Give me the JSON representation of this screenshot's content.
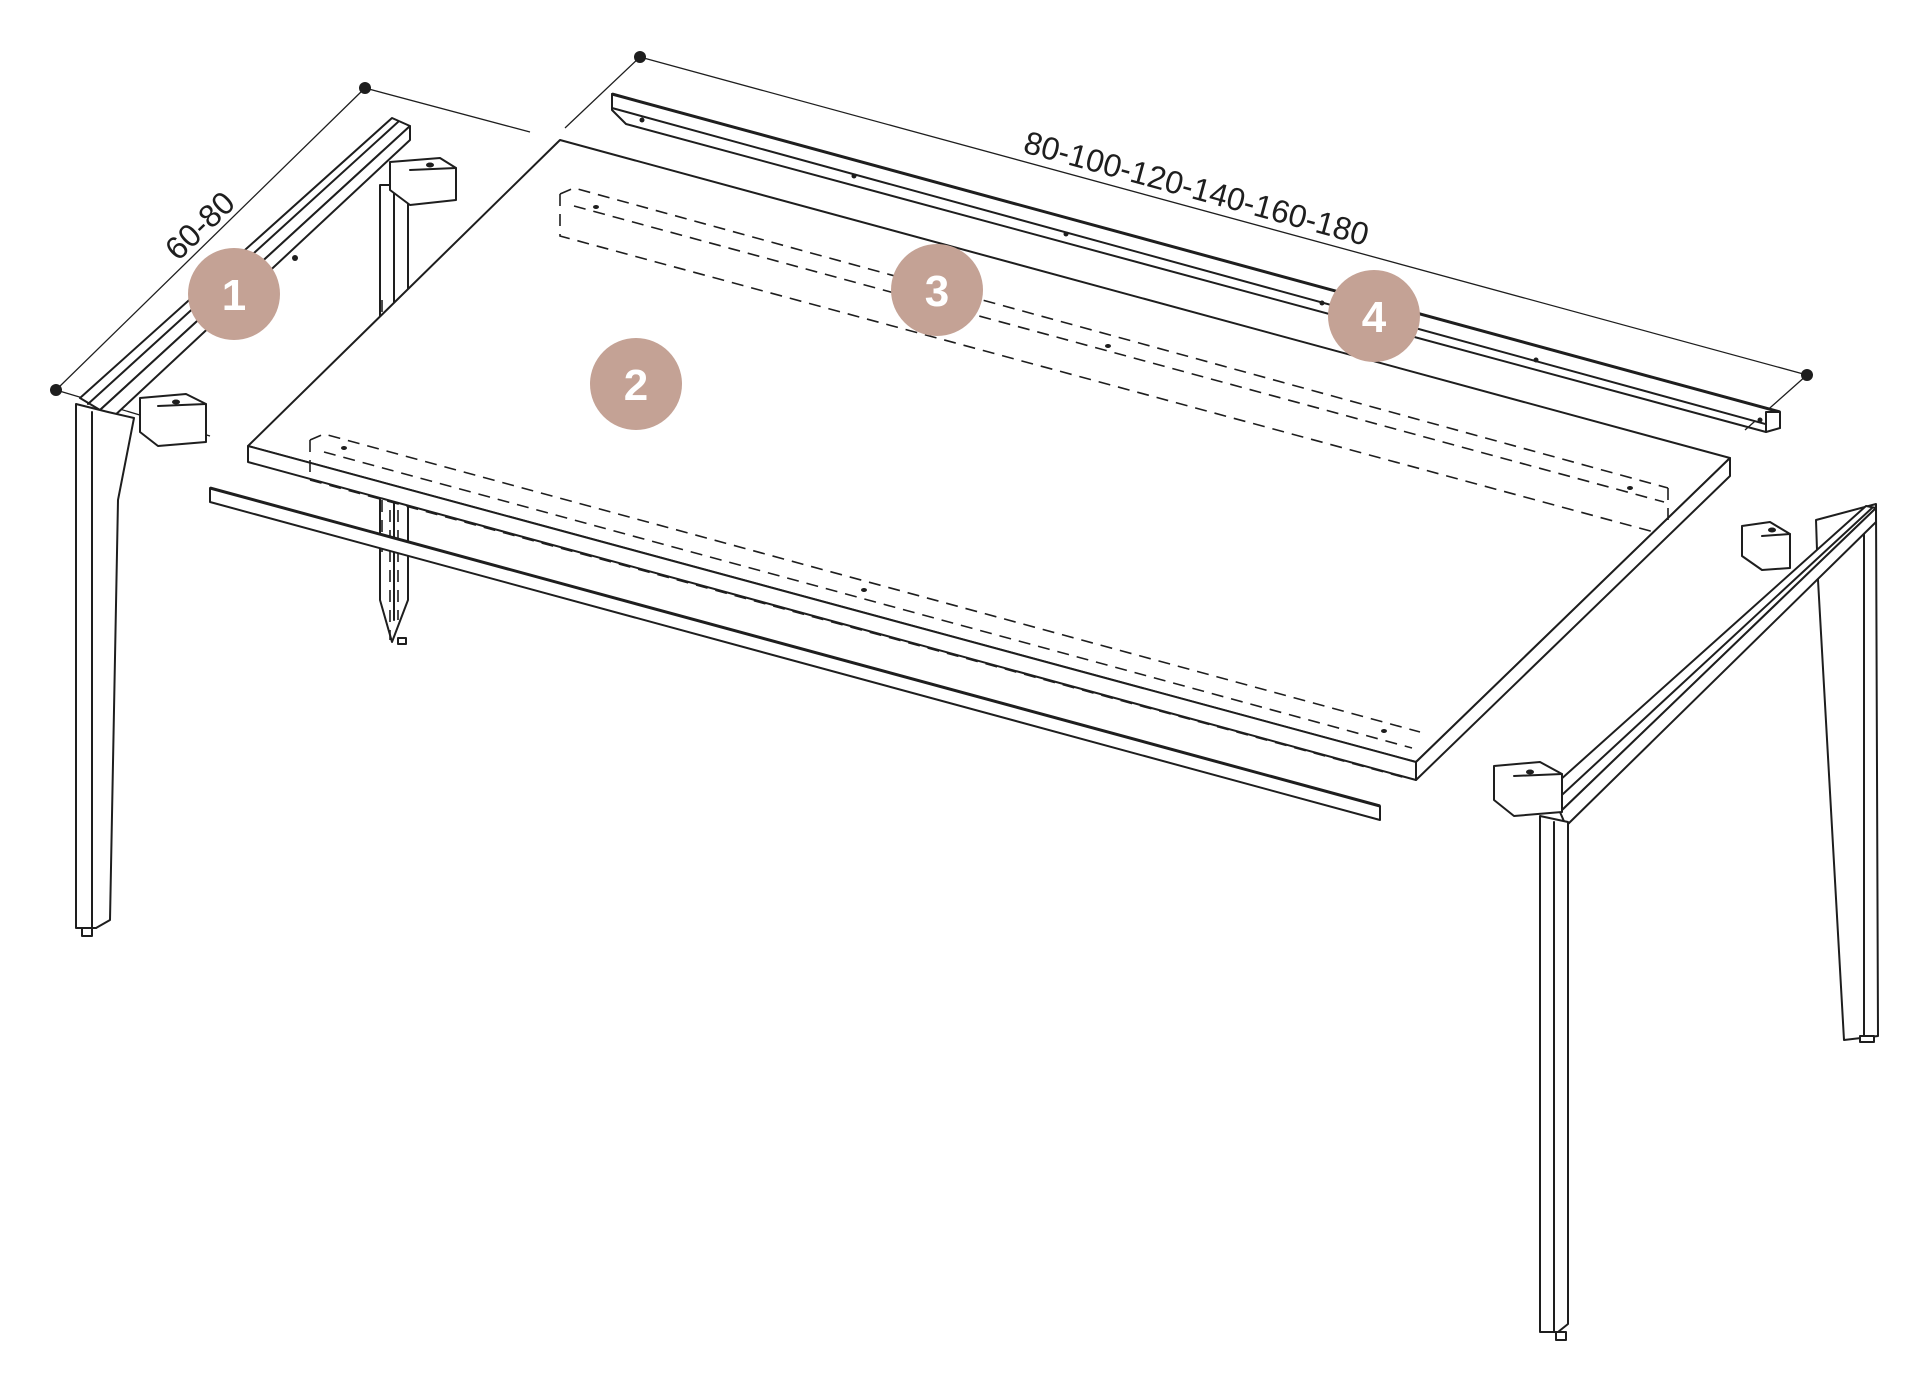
{
  "dimensions": {
    "depth_label": "60-80",
    "length_label": "80-100-120-140-160-180"
  },
  "badges": [
    {
      "label": "1"
    },
    {
      "label": "2"
    },
    {
      "label": "3"
    },
    {
      "label": "4"
    }
  ],
  "colors": {
    "badge": "#c4a295",
    "line": "#1e1e1e",
    "background": "#ffffff"
  }
}
